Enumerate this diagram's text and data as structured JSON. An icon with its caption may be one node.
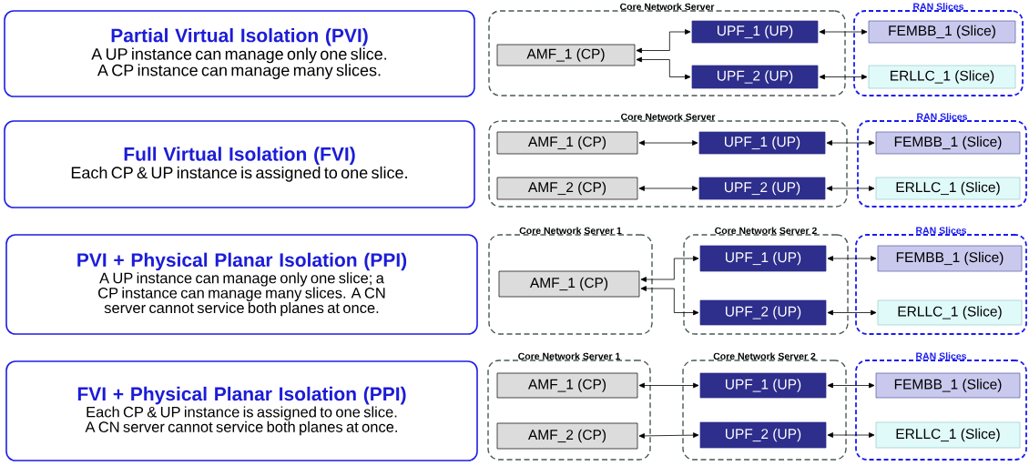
{
  "diagram": {
    "nodes": [
      {
        "text": [
          "Partial Virtual Isolation (PVI)",
          "A UP instance can manage only one slice. A CP instance can manage many slices."
        ]
      },
      {
        "text": [
          "Core Network Server"
        ]
      },
      {
        "text": [
          "AMF_1 (CP)"
        ],
        "in": 1
      },
      {
        "text": [
          "UPF_1 (UP)"
        ],
        "in": 1
      },
      {
        "text": [
          "UPF_2 (UP)"
        ],
        "in": 1
      },
      {
        "text": [
          "RAN Slices"
        ]
      },
      {
        "text": [
          "FEMBB_1 (Slice)"
        ],
        "in": 5
      },
      {
        "text": [
          "ERLLC_1 (Slice)"
        ],
        "in": 5
      },
      {
        "text": [
          "Full Virtual Isolation (FVI)",
          "Each CP & UP instance is assigned to one slice."
        ]
      },
      {
        "text": [
          "Core Network Server"
        ]
      },
      {
        "text": [
          "AMF_1 (CP)"
        ],
        "in": 9
      },
      {
        "text": [
          "AMF_2 (CP)"
        ],
        "in": 9
      },
      {
        "text": [
          "UPF_1 (UP)"
        ],
        "in": 9
      },
      {
        "text": [
          "UPF_2 (UP)"
        ],
        "in": 9
      },
      {
        "text": [
          "RAN Slices"
        ]
      },
      {
        "text": [
          "FEMBB_1 (Slice)"
        ],
        "in": 14
      },
      {
        "text": [
          "ERLLC_1 (Slice)"
        ],
        "in": 14
      },
      {
        "text": [
          "PVI + Physical Planar Isolation (PPI)",
          "A UP instance can manage only one slice; a CP instance can manage many slices. A CN server cannot service both planes at once."
        ]
      },
      {
        "text": [
          "Core Network Server 1"
        ]
      },
      {
        "text": [
          "AMF_1 (CP)"
        ],
        "in": 18
      },
      {
        "text": [
          "Core Network Server 2"
        ]
      },
      {
        "text": [
          "UPF_1 (UP)"
        ],
        "in": 20
      },
      {
        "text": [
          "UPF_2 (UP)"
        ],
        "in": 20
      },
      {
        "text": [
          "RAN Slices"
        ]
      },
      {
        "text": [
          "FEMBB_1 (Slice)"
        ],
        "in": 23
      },
      {
        "text": [
          "ERLLC_1 (Slice)"
        ],
        "in": 23
      },
      {
        "text": [
          "FVI + Physical Planar Isolation (PPI)",
          "Each CP & UP instance is assigned to one slice. A CN server cannot service both planes at once."
        ]
      },
      {
        "text": [
          "Core Network Server 1"
        ]
      },
      {
        "text": [
          "AMF_1 (CP)"
        ],
        "in": 27
      },
      {
        "text": [
          "AMF_2 (CP)"
        ],
        "in": 27
      },
      {
        "text": [
          "Core Network Server 2"
        ]
      },
      {
        "text": [
          "UPF_1 (UP)"
        ],
        "in": 30
      },
      {
        "text": [
          "UPF_2 (UP)"
        ],
        "in": 30
      },
      {
        "text": [
          "RAN Slices"
        ]
      },
      {
        "text": [
          "FEMBB_1 (Slice)"
        ],
        "in": 33
      },
      {
        "text": [
          "ERLLC_1 (Slice)"
        ],
        "in": 33
      }
    ],
    "edges": [
      {
        "from": 2,
        "to": 3,
        "arrow": "both"
      },
      {
        "from": 2,
        "to": 4,
        "arrow": "both"
      },
      {
        "from": 3,
        "to": 6,
        "arrow": "both"
      },
      {
        "from": 4,
        "to": 7,
        "arrow": "both"
      },
      {
        "from": 10,
        "to": 12,
        "arrow": "both"
      },
      {
        "from": 11,
        "to": 13,
        "arrow": "both"
      },
      {
        "from": 12,
        "to": 15,
        "arrow": "both"
      },
      {
        "from": 13,
        "to": 16,
        "arrow": "both"
      },
      {
        "from": 19,
        "to": 21,
        "arrow": "both"
      },
      {
        "from": 19,
        "to": 22,
        "arrow": "both"
      },
      {
        "from": 21,
        "to": 24,
        "arrow": "both"
      },
      {
        "from": 22,
        "to": 25,
        "arrow": "both"
      },
      {
        "from": 28,
        "to": 31,
        "arrow": "both"
      },
      {
        "from": 29,
        "to": 32,
        "arrow": "both"
      },
      {
        "from": 31,
        "to": 34,
        "arrow": "both"
      },
      {
        "from": 32,
        "to": 35,
        "arrow": "both"
      }
    ]
  }
}
